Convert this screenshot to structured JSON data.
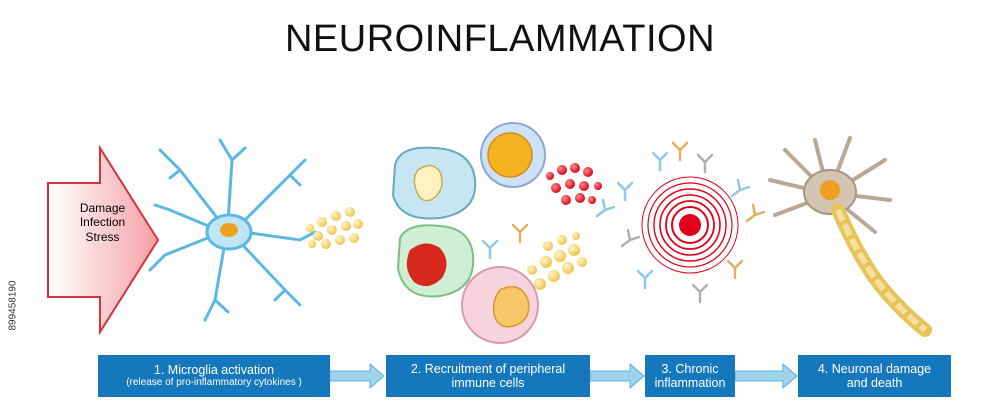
{
  "title": "NEUROINFLAMMATION",
  "stock_id": "899458190",
  "trigger": {
    "lines": [
      "Damage",
      "Infection",
      "Stress"
    ]
  },
  "steps": [
    {
      "main": "1. Microglia activation",
      "sub": "(release of pro-inflammatory cytokines )"
    },
    {
      "main": "2. Recruitment of peripheral",
      "sub": "immune cells"
    },
    {
      "main": "3. Chronic",
      "sub": "inflammation"
    },
    {
      "main": "4. Neuronal damage",
      "sub": "and death"
    }
  ],
  "colors": {
    "step_box": "#1578bd",
    "step_arrow": "#9fd2ec",
    "trigger_arrow": "#e8505b",
    "microglia": "#8fd0ea",
    "cytokine": "#f5d36a",
    "target_red": "#e2001a",
    "neuron": "#c9b8a6",
    "axon": "#e8c35a"
  }
}
